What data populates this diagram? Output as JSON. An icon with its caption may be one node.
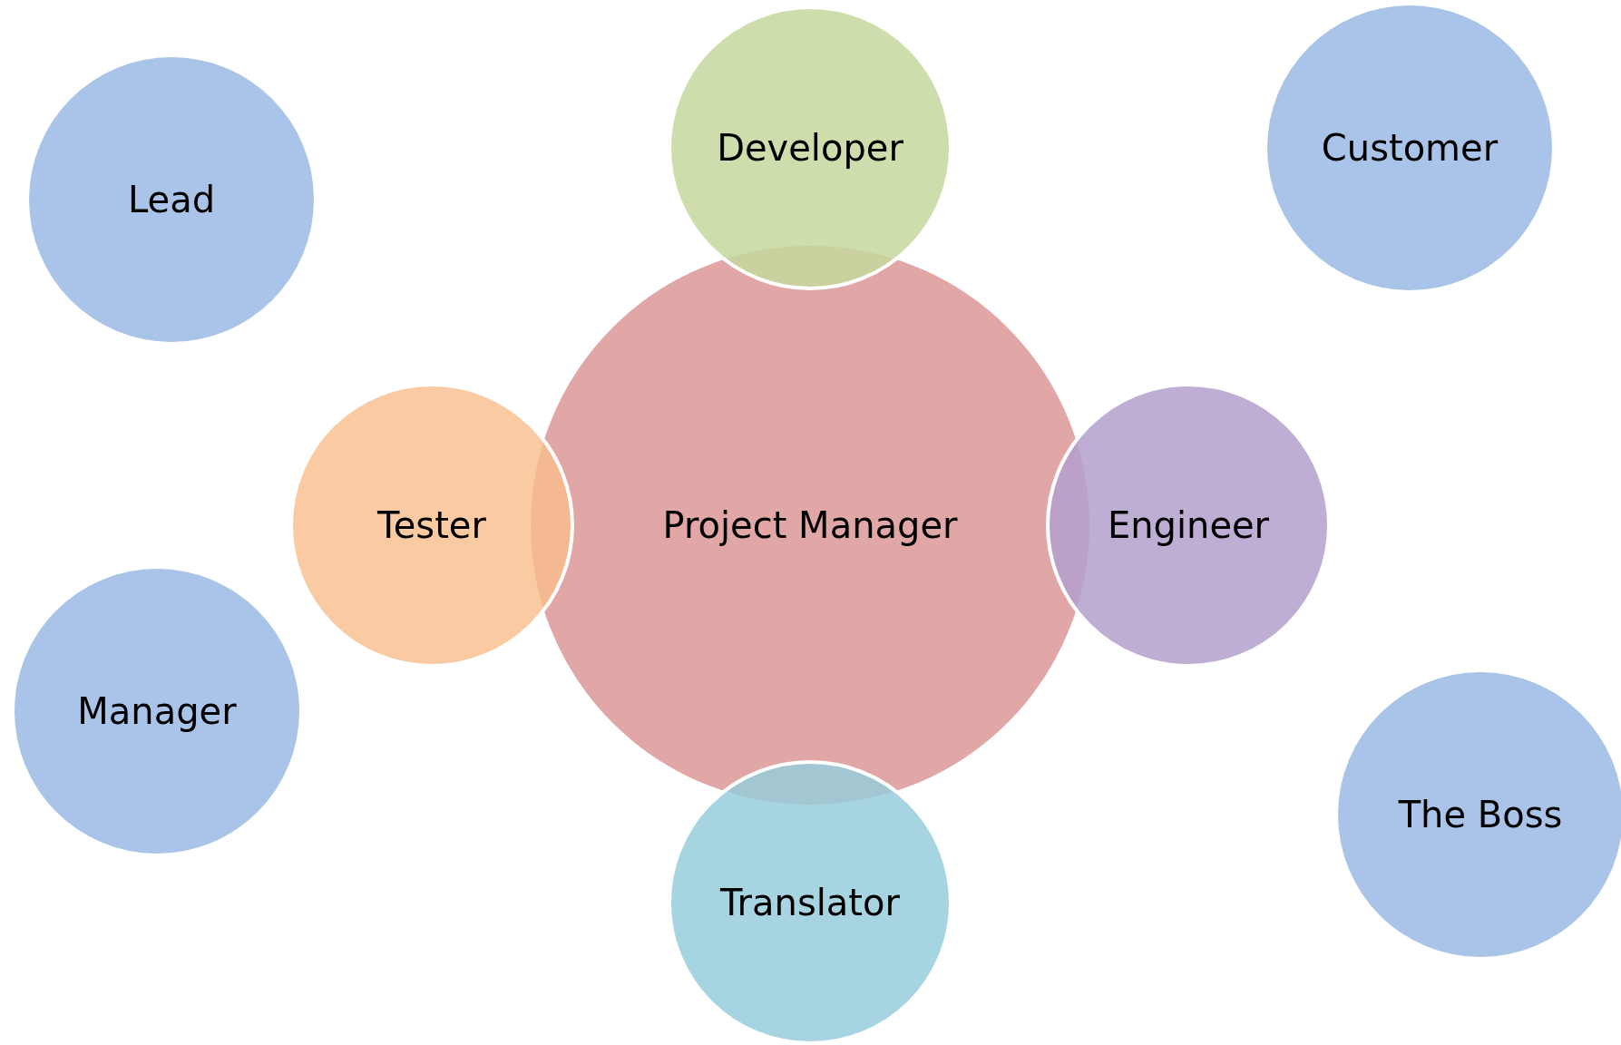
{
  "diagram": {
    "nodes": [
      {
        "text": [
          "Lead"
        ]
      },
      {
        "text": [
          "Developer"
        ]
      },
      {
        "text": [
          "Customer"
        ]
      },
      {
        "text": [
          "Tester"
        ]
      },
      {
        "text": [
          "Project Manager"
        ]
      },
      {
        "text": [
          "Engineer"
        ]
      },
      {
        "text": [
          "Manager"
        ]
      },
      {
        "text": [
          "The Boss"
        ]
      },
      {
        "text": [
          "Translator"
        ]
      }
    ]
  }
}
